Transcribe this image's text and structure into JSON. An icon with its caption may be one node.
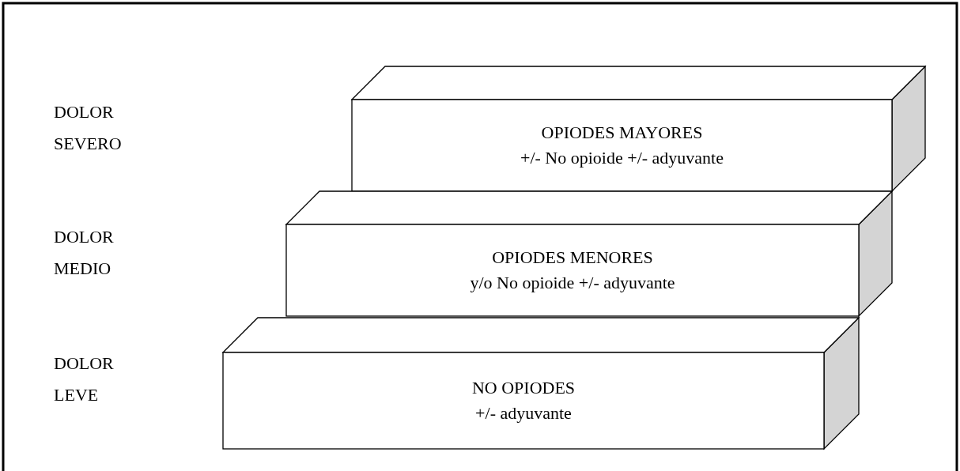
{
  "diagram": {
    "nodes": [
      {
        "text": [
          "OPIODES MAYORES",
          "+/- No opioide +/- adyuvante"
        ]
      },
      {
        "text": [
          "OPIODES MENORES",
          "y/o No opioide +/- adyuvante"
        ]
      },
      {
        "text": [
          "NO OPIODES",
          "+/- adyuvante"
        ]
      }
    ],
    "labels": [
      "DOLOR SEVERO",
      "DOLOR MEDIO",
      "DOLOR LEVE"
    ]
  }
}
